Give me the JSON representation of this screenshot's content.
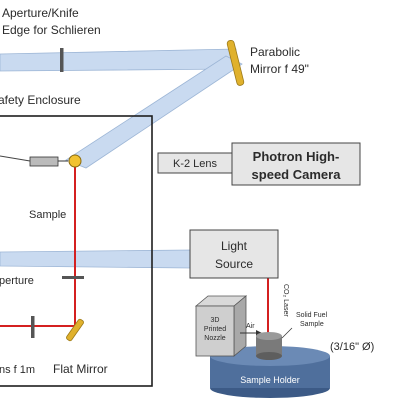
{
  "labels": {
    "aperture_knife": [
      "Aperture/Knife",
      "Edge for Schlieren"
    ],
    "safety_enclosure": "afety Enclosure",
    "parabolic_mirror": [
      "Parabolic",
      "Mirror f 49\""
    ],
    "sample": "Sample",
    "k2_lens": "K-2 Lens",
    "camera": [
      "Photron High-",
      "speed Camera"
    ],
    "light_source": [
      "Light",
      "Source"
    ],
    "aperture": "perture",
    "lens": "ns f 1m",
    "flat_mirror": "Flat Mirror",
    "co2_laser": "CO₂ Laser",
    "printed_nozzle": [
      "3D",
      "Printed",
      "Nozzle"
    ],
    "air": "Air",
    "solid_fuel_sample": [
      "Solid Fuel",
      "Sample"
    ],
    "sample_diameter": "(3/16\" Ø)",
    "sample_holder": "Sample Holder"
  },
  "colors": {
    "beam": "#c9daf0",
    "beam_edge": "#7f9fc8",
    "laser": "#d42020",
    "mirror": "#e0b12c",
    "box_fill": "#e6e6e6",
    "stage_fill": "#4f6f9c",
    "text": "#2b2b2b"
  }
}
